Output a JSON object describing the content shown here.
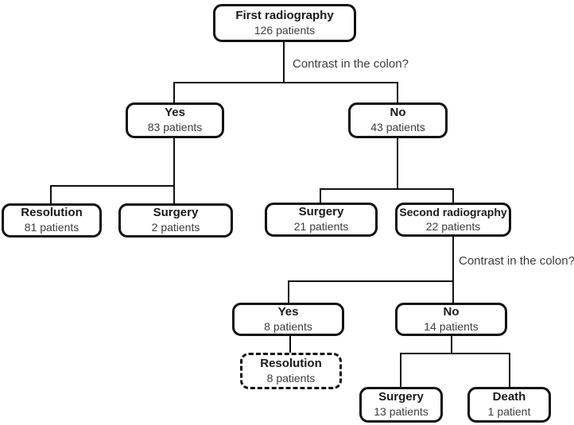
{
  "diagram": {
    "title_meaning": "Patient flow after radiography",
    "questions": {
      "q1": "Contrast in the colon?",
      "q2": "Contrast in the colon?"
    },
    "nodes": {
      "first_radiography": {
        "title": "First radiography",
        "count": "126 patients"
      },
      "yes_83": {
        "title": "Yes",
        "count": "83 patients"
      },
      "no_43": {
        "title": "No",
        "count": "43 patients"
      },
      "resolution_81": {
        "title": "Resolution",
        "count": "81 patients"
      },
      "surgery_2": {
        "title": "Surgery",
        "count": "2 patients"
      },
      "surgery_21": {
        "title": "Surgery",
        "count": "21 patients"
      },
      "second_radiography": {
        "title": "Second radiography",
        "count": "22 patients"
      },
      "yes_8": {
        "title": "Yes",
        "count": "8 patients"
      },
      "no_14": {
        "title": "No",
        "count": "14 patients"
      },
      "resolution_8": {
        "title": "Resolution",
        "count": "8 patients"
      },
      "surgery_13": {
        "title": "Surgery",
        "count": "13 patients"
      },
      "death_1": {
        "title": "Death",
        "count": "1 patient"
      }
    },
    "colors": {
      "background": "#ffffff",
      "box_border": "#111111",
      "connector_line": "#111111",
      "title_text": "#1a1a1a",
      "count_text": "#3c3c3c",
      "question_text": "#3c3c3c"
    }
  }
}
